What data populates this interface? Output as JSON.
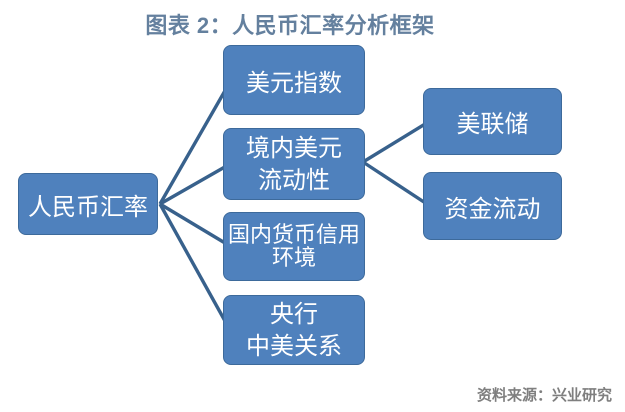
{
  "title": "图表 2：人民币汇率分析框架",
  "source_note": "资料来源：兴业研究",
  "colors": {
    "box_fill": "#4f81bd",
    "box_border": "#3d6a9b",
    "connector": "#38618c",
    "title_text": "#64809e",
    "source_text": "#7f7f7f",
    "box_text": "#ffffff"
  },
  "nodes": {
    "rmb": {
      "label": "人民币汇率"
    },
    "usd_index": {
      "label": "美元指数"
    },
    "usd_liquidity": {
      "line1": "境内美元",
      "line2": "流动性"
    },
    "credit_env": {
      "line1": "国内货币信用",
      "line2": "环境"
    },
    "pboc_relations": {
      "line1": "央行",
      "line2": "中美关系"
    },
    "fed": {
      "label": "美联储"
    },
    "capital_flow": {
      "label": "资金流动"
    }
  },
  "edges": [
    {
      "from": "人民币汇率",
      "to": "美元指数"
    },
    {
      "from": "人民币汇率",
      "to": "境内美元流动性"
    },
    {
      "from": "人民币汇率",
      "to": "国内货币信用环境"
    },
    {
      "from": "人民币汇率",
      "to": "央行中美关系"
    },
    {
      "from": "境内美元流动性",
      "to": "美联储"
    },
    {
      "from": "境内美元流动性",
      "to": "资金流动"
    }
  ]
}
